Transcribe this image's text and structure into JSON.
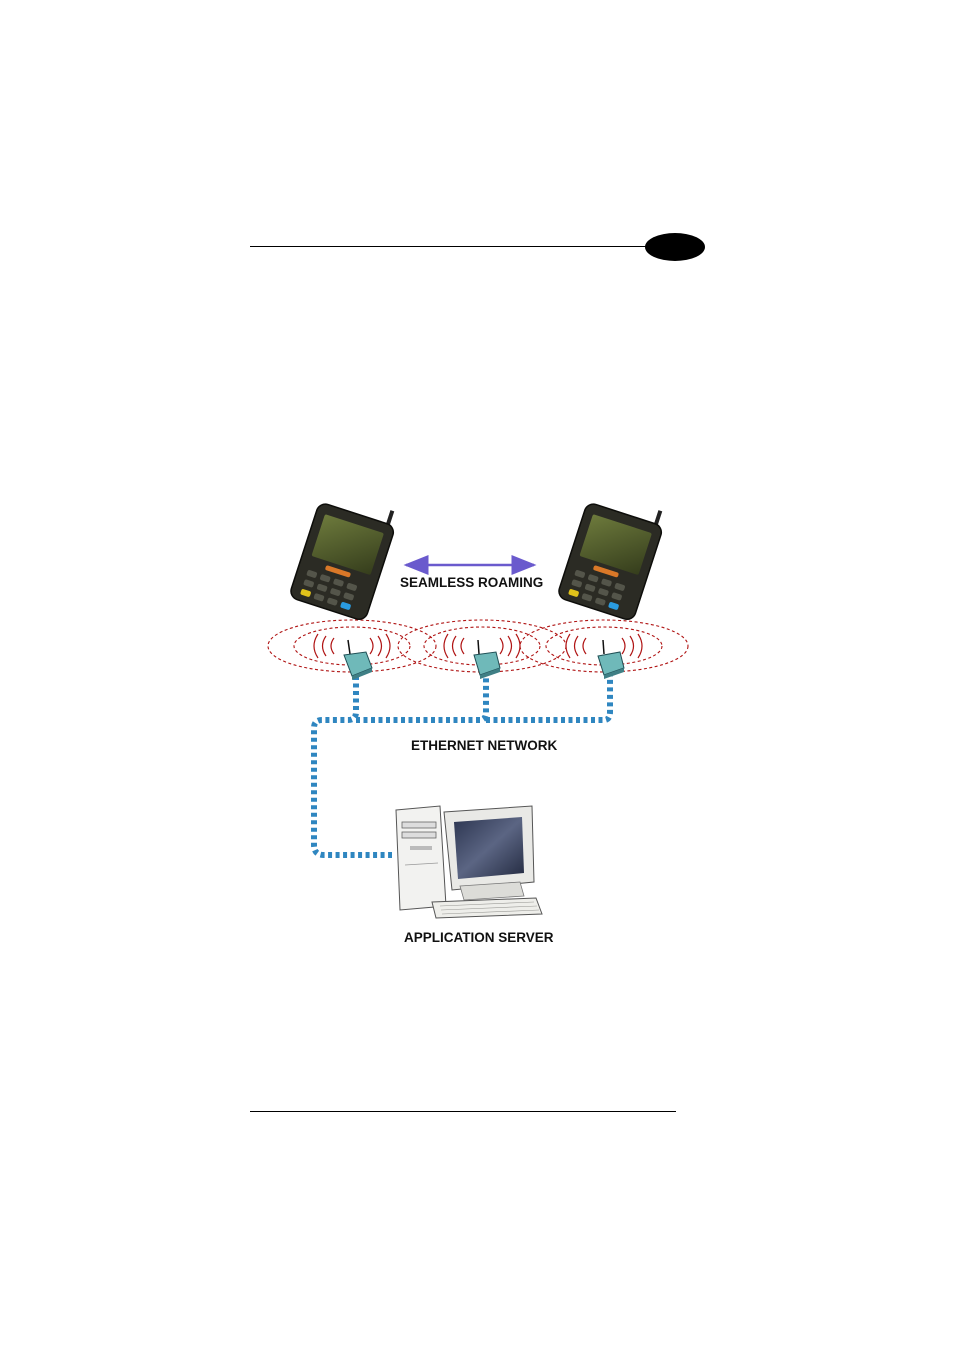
{
  "diagram": {
    "roaming_label": "SEAMLESS ROAMING",
    "network_label": "ETHERNET NETWORK",
    "server_label": "APPLICATION SERVER"
  },
  "colors": {
    "cable": "#2f86c0",
    "wave": "#b01414",
    "arrow": "#6a5acd",
    "access_point": "#6fb9b9",
    "device_body": "#2b2b24",
    "device_screen": "#4c5a2a"
  },
  "icons": [
    "mobile-computer-icon",
    "access-point-icon",
    "desktop-computer-icon",
    "double-arrow-icon"
  ]
}
